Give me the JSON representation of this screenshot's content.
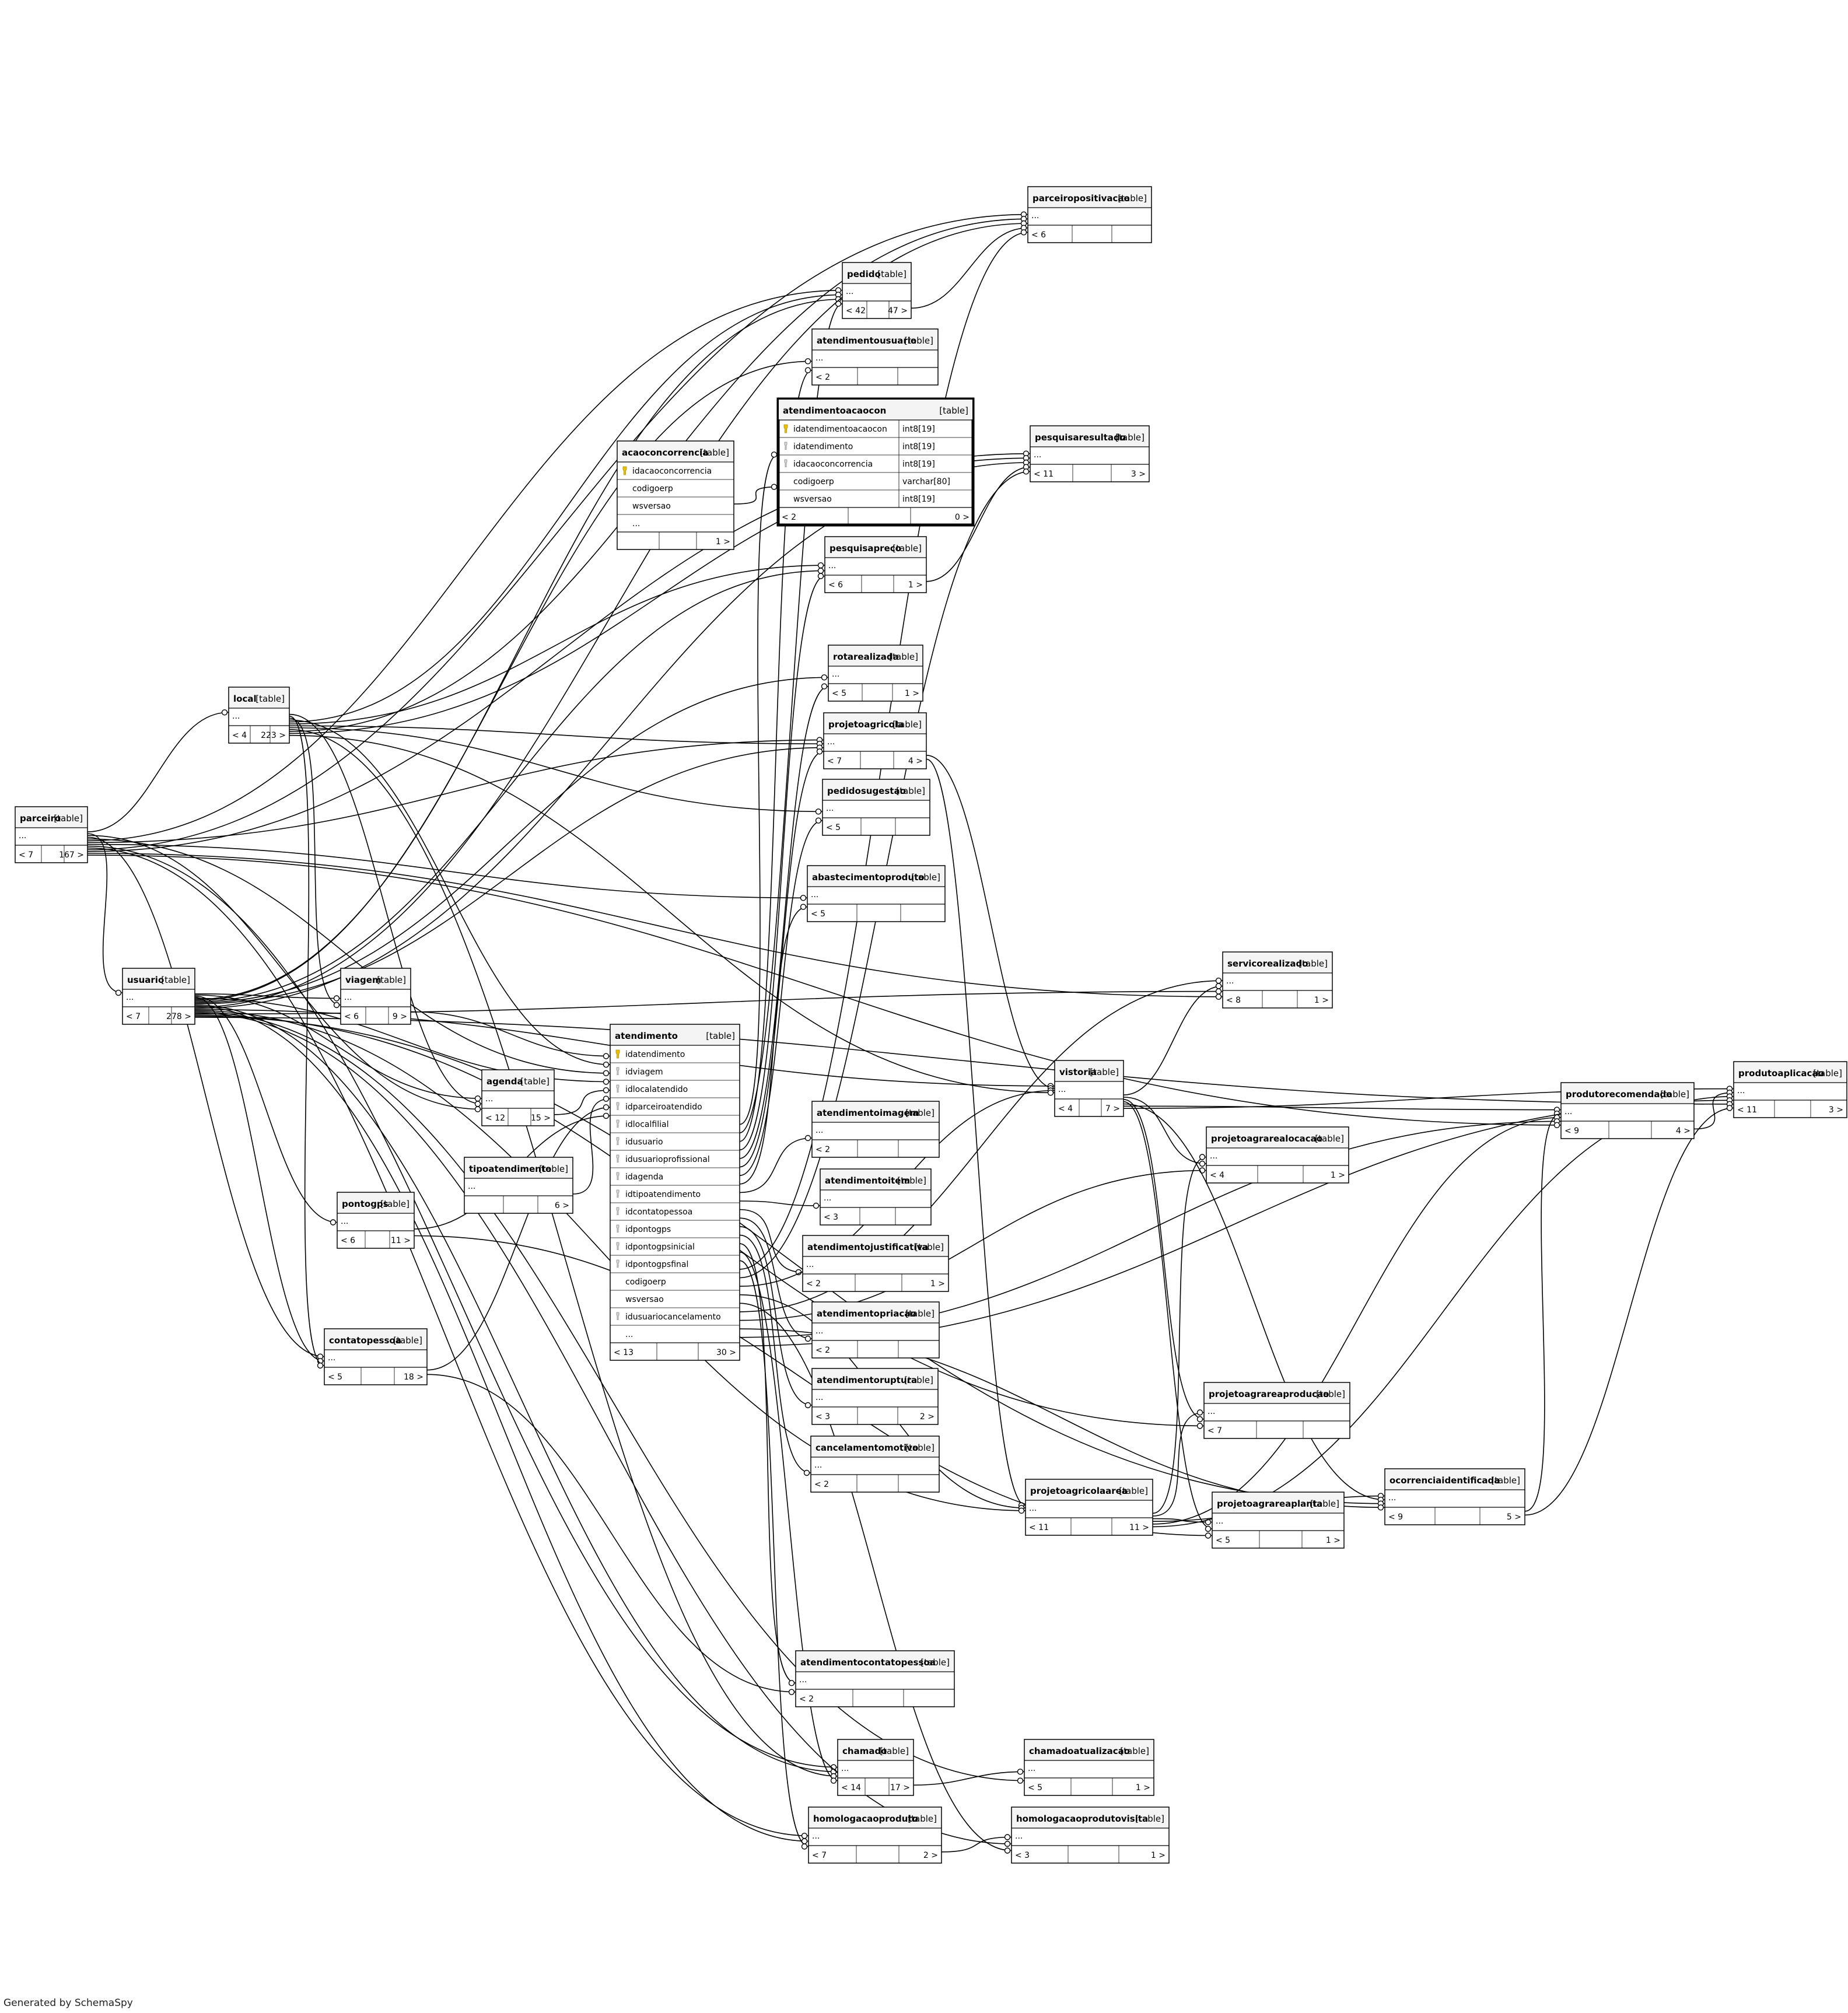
{
  "footer": "Generated by SchemaSpy",
  "table_tag": "[table]",
  "tables": [
    {
      "name": "parceiro",
      "rows": [
        "..."
      ],
      "stats": [
        "< 7",
        "",
        "167 >"
      ]
    },
    {
      "name": "local",
      "rows": [
        "..."
      ],
      "stats": [
        "< 4",
        "",
        "223 >"
      ]
    },
    {
      "name": "usuario",
      "rows": [
        "..."
      ],
      "stats": [
        "< 7",
        "",
        "278 >"
      ]
    },
    {
      "name": "viagem",
      "rows": [
        "..."
      ],
      "stats": [
        "< 6",
        "",
        "9 >"
      ]
    },
    {
      "name": "agenda",
      "rows": [
        "..."
      ],
      "stats": [
        "< 12",
        "",
        "15 >"
      ]
    },
    {
      "name": "tipoatendimento",
      "rows": [
        "..."
      ],
      "stats": [
        "",
        "",
        "6 >"
      ]
    },
    {
      "name": "pontogps",
      "rows": [
        "..."
      ],
      "stats": [
        "< 6",
        "",
        "11 >"
      ]
    },
    {
      "name": "contatopessoa",
      "rows": [
        "..."
      ],
      "stats": [
        "< 5",
        "",
        "18 >"
      ]
    },
    {
      "name": "acaoconcorrencia",
      "rows": [
        {
          "key": "pk",
          "col": "idacaoconcorrencia"
        },
        {
          "key": "",
          "col": "codigoerp"
        },
        {
          "key": "",
          "col": "wsversao"
        },
        {
          "key": "",
          "col": "..."
        }
      ],
      "stats": [
        "",
        "",
        "1 >"
      ]
    },
    {
      "name": "atendimentoacaocon",
      "rows": [
        {
          "key": "pk",
          "col": "idatendimentoacaocon",
          "type": "int8[19]"
        },
        {
          "key": "fk",
          "col": "idatendimento",
          "type": "int8[19]"
        },
        {
          "key": "fk",
          "col": "idacaoconcorrencia",
          "type": "int8[19]"
        },
        {
          "key": "",
          "col": "codigoerp",
          "type": "varchar[80]"
        },
        {
          "key": "",
          "col": "wsversao",
          "type": "int8[19]"
        }
      ],
      "stats": [
        "< 2",
        "",
        "0 >"
      ]
    },
    {
      "name": "atendimento",
      "rows": [
        {
          "key": "pk",
          "col": "idatendimento"
        },
        {
          "key": "fk",
          "col": "idviagem"
        },
        {
          "key": "fk",
          "col": "idlocalatendido"
        },
        {
          "key": "fk",
          "col": "idparceiroatendido"
        },
        {
          "key": "fk",
          "col": "idlocalfilial"
        },
        {
          "key": "fk",
          "col": "idusuario"
        },
        {
          "key": "fk",
          "col": "idusuarioprofissional"
        },
        {
          "key": "fk",
          "col": "idagenda"
        },
        {
          "key": "fk",
          "col": "idtipoatendimento"
        },
        {
          "key": "fk",
          "col": "idcontatopessoa"
        },
        {
          "key": "fk",
          "col": "idpontogps"
        },
        {
          "key": "fk",
          "col": "idpontogpsinicial"
        },
        {
          "key": "fk",
          "col": "idpontogpsfinal"
        },
        {
          "key": "",
          "col": "codigoerp"
        },
        {
          "key": "",
          "col": "wsversao"
        },
        {
          "key": "fk",
          "col": "idusuariocancelamento"
        },
        {
          "key": "",
          "col": "..."
        }
      ],
      "stats": [
        "< 13",
        "",
        "30 >"
      ]
    },
    {
      "name": "pedido",
      "rows": [
        "..."
      ],
      "stats": [
        "< 42",
        "",
        "47 >"
      ]
    },
    {
      "name": "atendimentousuario",
      "rows": [
        "..."
      ],
      "stats": [
        "< 2",
        "",
        ""
      ]
    },
    {
      "name": "pesquisapreco",
      "rows": [
        "..."
      ],
      "stats": [
        "< 6",
        "",
        "1 >"
      ]
    },
    {
      "name": "rotarealizada",
      "rows": [
        "..."
      ],
      "stats": [
        "< 5",
        "",
        "1 >"
      ]
    },
    {
      "name": "projetoagricola",
      "rows": [
        "..."
      ],
      "stats": [
        "< 7",
        "",
        "4 >"
      ]
    },
    {
      "name": "pedidosugestao",
      "rows": [
        "..."
      ],
      "stats": [
        "< 5",
        "",
        ""
      ]
    },
    {
      "name": "abastecimentoproduto",
      "rows": [
        "..."
      ],
      "stats": [
        "< 5",
        "",
        ""
      ]
    },
    {
      "name": "atendimentoimagem",
      "rows": [
        "..."
      ],
      "stats": [
        "< 2",
        "",
        ""
      ]
    },
    {
      "name": "atendimentoitem",
      "rows": [
        "..."
      ],
      "stats": [
        "< 3",
        "",
        ""
      ]
    },
    {
      "name": "atendimentojustificativa",
      "rows": [
        "..."
      ],
      "stats": [
        "< 2",
        "",
        "1 >"
      ]
    },
    {
      "name": "atendimentopriacao",
      "rows": [
        "..."
      ],
      "stats": [
        "< 2",
        "",
        ""
      ]
    },
    {
      "name": "atendimentoruptura",
      "rows": [
        "..."
      ],
      "stats": [
        "< 3",
        "",
        "2 >"
      ]
    },
    {
      "name": "cancelamentomotivo",
      "rows": [
        "..."
      ],
      "stats": [
        "< 2",
        "",
        ""
      ]
    },
    {
      "name": "atendimentocontatopessoa",
      "rows": [
        "..."
      ],
      "stats": [
        "< 2",
        "",
        ""
      ]
    },
    {
      "name": "chamado",
      "rows": [
        "..."
      ],
      "stats": [
        "< 14",
        "",
        "17 >"
      ]
    },
    {
      "name": "homologacaoproduto",
      "rows": [
        "..."
      ],
      "stats": [
        "< 7",
        "",
        "2 >"
      ]
    },
    {
      "name": "parceiropositivacao",
      "rows": [
        "..."
      ],
      "stats": [
        "< 6",
        "",
        ""
      ]
    },
    {
      "name": "pesquisaresultado",
      "rows": [
        "..."
      ],
      "stats": [
        "< 11",
        "",
        "3 >"
      ]
    },
    {
      "name": "vistoria",
      "rows": [
        "..."
      ],
      "stats": [
        "< 4",
        "",
        "7 >"
      ]
    },
    {
      "name": "projetoagricolaarea",
      "rows": [
        "..."
      ],
      "stats": [
        "< 11",
        "",
        "11 >"
      ]
    },
    {
      "name": "chamadoatualizacao",
      "rows": [
        "..."
      ],
      "stats": [
        "< 5",
        "",
        "1 >"
      ]
    },
    {
      "name": "homologacaoprodutovisita",
      "rows": [
        "..."
      ],
      "stats": [
        "< 3",
        "",
        "1 >"
      ]
    },
    {
      "name": "servicorealizado",
      "rows": [
        "..."
      ],
      "stats": [
        "< 8",
        "",
        "1 >"
      ]
    },
    {
      "name": "projetoagrarealocacao",
      "rows": [
        "..."
      ],
      "stats": [
        "< 4",
        "",
        "1 >"
      ]
    },
    {
      "name": "projetoagrareaproducao",
      "rows": [
        "..."
      ],
      "stats": [
        "< 7",
        "",
        ""
      ]
    },
    {
      "name": "projetoagrareaplanta",
      "rows": [
        "..."
      ],
      "stats": [
        "< 5",
        "",
        "1 >"
      ]
    },
    {
      "name": "ocorrenciaidentificada",
      "rows": [
        "..."
      ],
      "stats": [
        "< 9",
        "",
        "5 >"
      ]
    },
    {
      "name": "produtorecomendado",
      "rows": [
        "..."
      ],
      "stats": [
        "< 9",
        "",
        "4 >"
      ]
    },
    {
      "name": "produtoaplicacao",
      "rows": [
        "..."
      ],
      "stats": [
        "< 11",
        "",
        "3 >"
      ]
    }
  ],
  "relationships": [
    [
      "local",
      "parceiro"
    ],
    [
      "usuario",
      "parceiro"
    ],
    [
      "viagem",
      "usuario"
    ],
    [
      "agenda",
      "usuario"
    ],
    [
      "agenda",
      "local"
    ],
    [
      "agenda",
      "parceiro"
    ],
    [
      "pontogps",
      "usuario"
    ],
    [
      "contatopessoa",
      "parceiro"
    ],
    [
      "contatopessoa",
      "usuario"
    ],
    [
      "contatopessoa",
      "local"
    ],
    [
      "viagem",
      "local"
    ],
    [
      "atendimento",
      "viagem"
    ],
    [
      "atendimento",
      "local"
    ],
    [
      "atendimento",
      "parceiro"
    ],
    [
      "atendimento",
      "usuario"
    ],
    [
      "atendimento",
      "agenda"
    ],
    [
      "atendimento",
      "tipoatendimento"
    ],
    [
      "atendimento",
      "contatopessoa"
    ],
    [
      "atendimento",
      "pontogps"
    ],
    [
      "atendimentoacaocon",
      "atendimento"
    ],
    [
      "atendimentoacaocon",
      "acaoconcorrencia"
    ],
    [
      "pedido",
      "parceiro"
    ],
    [
      "pedido",
      "local"
    ],
    [
      "pedido",
      "usuario"
    ],
    [
      "pedido",
      "atendimento"
    ],
    [
      "atendimentousuario",
      "usuario"
    ],
    [
      "atendimentousuario",
      "atendimento"
    ],
    [
      "pesquisapreco",
      "local"
    ],
    [
      "pesquisapreco",
      "usuario"
    ],
    [
      "pesquisapreco",
      "atendimento"
    ],
    [
      "rotarealizada",
      "usuario"
    ],
    [
      "rotarealizada",
      "atendimento"
    ],
    [
      "projetoagricola",
      "parceiro"
    ],
    [
      "projetoagricola",
      "local"
    ],
    [
      "projetoagricola",
      "usuario"
    ],
    [
      "projetoagricola",
      "atendimento"
    ],
    [
      "pedidosugestao",
      "local"
    ],
    [
      "pedidosugestao",
      "atendimento"
    ],
    [
      "abastecimentoproduto",
      "parceiro"
    ],
    [
      "abastecimentoproduto",
      "atendimento"
    ],
    [
      "atendimentoimagem",
      "atendimento"
    ],
    [
      "atendimentoitem",
      "atendimento"
    ],
    [
      "atendimentojustificativa",
      "atendimento"
    ],
    [
      "atendimentopriacao",
      "atendimento"
    ],
    [
      "atendimentoruptura",
      "atendimento"
    ],
    [
      "cancelamentomotivo",
      "atendimento"
    ],
    [
      "atendimentocontatopessoa",
      "atendimento"
    ],
    [
      "atendimentocontatopessoa",
      "contatopessoa"
    ],
    [
      "chamado",
      "parceiro"
    ],
    [
      "chamado",
      "usuario"
    ],
    [
      "chamado",
      "local"
    ],
    [
      "chamado",
      "atendimento"
    ],
    [
      "homologacaoproduto",
      "parceiro"
    ],
    [
      "homologacaoproduto",
      "usuario"
    ],
    [
      "homologacaoproduto",
      "atendimento"
    ],
    [
      "parceiropositivacao",
      "parceiro"
    ],
    [
      "parceiropositivacao",
      "local"
    ],
    [
      "parceiropositivacao",
      "usuario"
    ],
    [
      "parceiropositivacao",
      "pedido"
    ],
    [
      "parceiropositivacao",
      "atendimento"
    ],
    [
      "pesquisaresultado",
      "parceiro"
    ],
    [
      "pesquisaresultado",
      "local"
    ],
    [
      "pesquisaresultado",
      "usuario"
    ],
    [
      "pesquisaresultado",
      "pesquisapreco"
    ],
    [
      "pesquisaresultado",
      "atendimento"
    ],
    [
      "vistoria",
      "usuario"
    ],
    [
      "vistoria",
      "projetoagricola"
    ],
    [
      "vistoria",
      "atendimento"
    ],
    [
      "vistoria",
      "local"
    ],
    [
      "projetoagricolaarea",
      "projetoagricola"
    ],
    [
      "projetoagricolaarea",
      "atendimento"
    ],
    [
      "projetoagricolaarea",
      "usuario"
    ],
    [
      "chamadoatualizacao",
      "chamado"
    ],
    [
      "chamadoatualizacao",
      "usuario"
    ],
    [
      "homologacaoprodutovisita",
      "homologacaoproduto"
    ],
    [
      "homologacaoprodutovisita",
      "usuario"
    ],
    [
      "homologacaoprodutovisita",
      "atendimento"
    ],
    [
      "servicorealizado",
      "atendimento"
    ],
    [
      "servicorealizado",
      "vistoria"
    ],
    [
      "servicorealizado",
      "usuario"
    ],
    [
      "servicorealizado",
      "parceiro"
    ],
    [
      "projetoagrarealocacao",
      "projetoagricolaarea"
    ],
    [
      "projetoagrarealocacao",
      "vistoria"
    ],
    [
      "projetoagrarealocacao",
      "atendimento"
    ],
    [
      "projetoagrareaproducao",
      "projetoagricolaarea"
    ],
    [
      "projetoagrareaproducao",
      "vistoria"
    ],
    [
      "projetoagrareaproducao",
      "usuario"
    ],
    [
      "projetoagrareaplanta",
      "projetoagricolaarea"
    ],
    [
      "projetoagrareaplanta",
      "vistoria"
    ],
    [
      "projetoagrareaplanta",
      "pontogps"
    ],
    [
      "ocorrenciaidentificada",
      "projetoagricolaarea"
    ],
    [
      "ocorrenciaidentificada",
      "vistoria"
    ],
    [
      "ocorrenciaidentificada",
      "usuario"
    ],
    [
      "ocorrenciaidentificada",
      "atendimento"
    ],
    [
      "produtorecomendado",
      "vistoria"
    ],
    [
      "produtorecomendado",
      "ocorrenciaidentificada"
    ],
    [
      "produtorecomendado",
      "projetoagricolaarea"
    ],
    [
      "produtorecomendado",
      "atendimento"
    ],
    [
      "produtorecomendado",
      "parceiro"
    ],
    [
      "produtoaplicacao",
      "vistoria"
    ],
    [
      "produtoaplicacao",
      "produtorecomendado"
    ],
    [
      "produtoaplicacao",
      "projetoagricolaarea"
    ],
    [
      "produtoaplicacao",
      "atendimento"
    ],
    [
      "produtoaplicacao",
      "usuario"
    ],
    [
      "produtoaplicacao",
      "ocorrenciaidentificada"
    ]
  ]
}
